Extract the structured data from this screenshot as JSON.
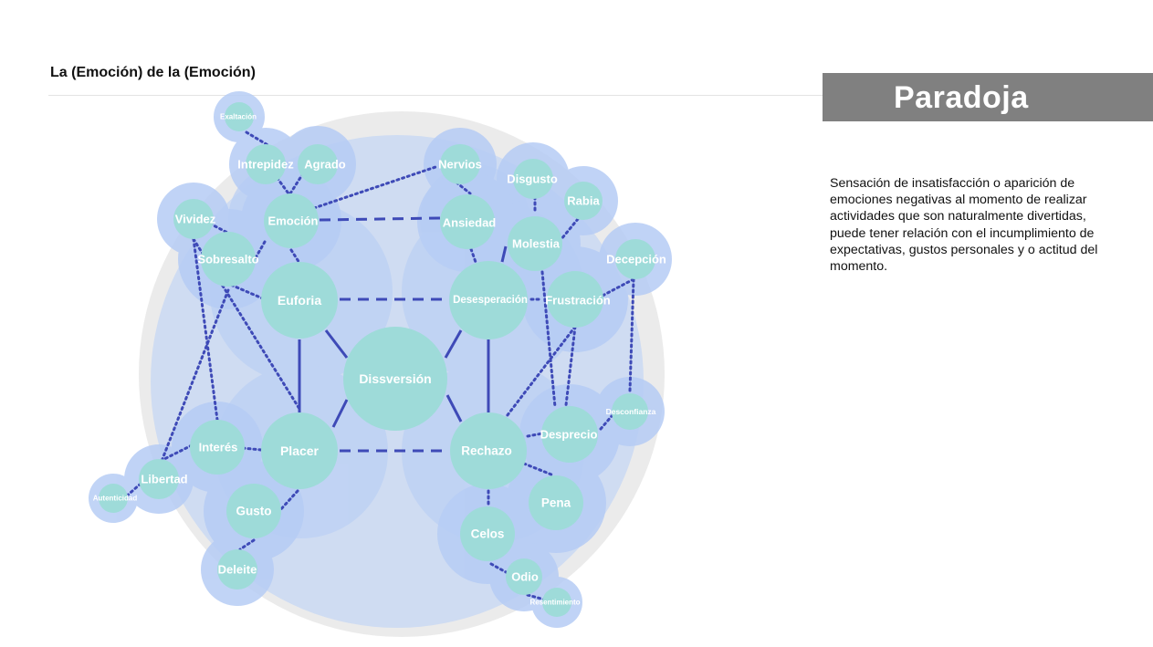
{
  "header": {
    "title": "La (Emoción) de la (Emoción)"
  },
  "concept": {
    "title": "Paradoja",
    "description": "Sensación de insatisfacción o aparición de emociones negativas al momento de realizar actividades que son naturalmente divertidas, puede tener relación con el incumplimiento de expectativas, gustos personales y o actitud del momento."
  },
  "colors": {
    "outer_ring": "#ebebeb",
    "field": "#cfdcf2",
    "halo": "#b7cdf5",
    "node": "#9edbd9",
    "edge": "#3e4ab7",
    "label": "#ffffff",
    "banner": "#808080"
  },
  "nodes": {
    "dissversion": "Dissversión",
    "euforia": "Euforia",
    "placer": "Placer",
    "desesperacion": "Desesperación",
    "rechazo": "Rechazo",
    "emocion": "Emoción",
    "sobresalto": "Sobresalto",
    "vividez": "Vividez",
    "intrepidez": "Intrepidez",
    "agrado": "Agrado",
    "exaltacion": "Exaltación",
    "ansiedad": "Ansiedad",
    "nervios": "Nervios",
    "disgusto": "Disgusto",
    "rabia": "Rabia",
    "molestia": "Molestia",
    "frustracion": "Frustración",
    "decepcion": "Decepción",
    "interes": "Interés",
    "libertad": "Libertad",
    "autenticidad": "Autenticidad",
    "gusto": "Gusto",
    "deleite": "Deleite",
    "desprecio": "Desprecio",
    "desconfianza": "Desconfianza",
    "pena": "Pena",
    "celos": "Celos",
    "odio": "Odio",
    "resentimiento": "Resentimiento"
  }
}
